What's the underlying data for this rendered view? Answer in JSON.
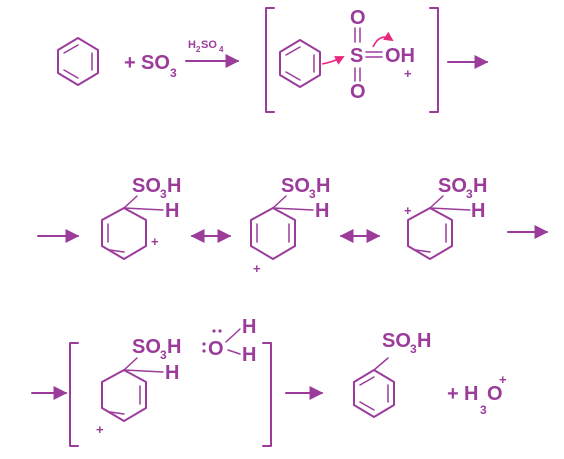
{
  "reaction": {
    "row1": {
      "reagent_plus": "+",
      "reagent": "SO",
      "reagent_sub": "3",
      "catalyst": "H",
      "catalyst_sub1": "2",
      "catalyst_mid": "SO",
      "catalyst_sub2": "4",
      "complex_O_top": "O",
      "complex_S": "S",
      "complex_OH": "OH",
      "complex_O_bottom": "O",
      "complex_charge": "+"
    },
    "row2": {
      "group": "SO",
      "group_sub": "3",
      "group_end": "H",
      "h_label": "H",
      "charge": "+"
    },
    "row3": {
      "group": "SO",
      "group_sub": "3",
      "group_end": "H",
      "h_label": "H",
      "charge": "+",
      "water_O": "O",
      "water_H": "H",
      "product_plus": "+",
      "hydronium_H": "H",
      "hydronium_sub": "3",
      "hydronium_O": "O",
      "hydronium_charge": "+"
    }
  },
  "colors": {
    "structure": "#9b3c9b",
    "electron_arrow": "#e8277d"
  }
}
